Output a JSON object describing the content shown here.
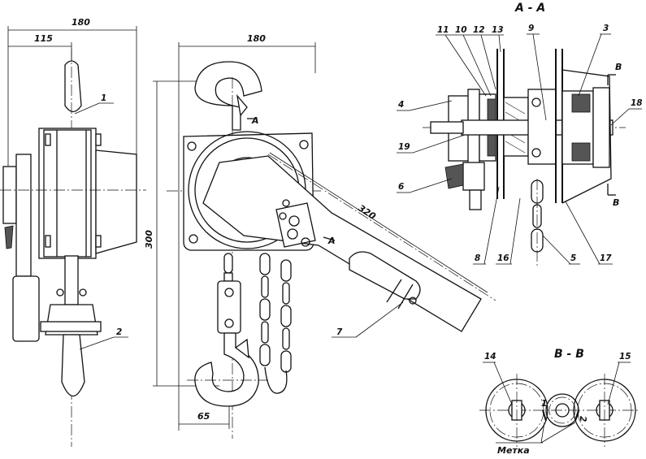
{
  "dimensions": {
    "side_width": "180",
    "side_offset": "115",
    "front_width": "180",
    "height": "300",
    "bottom": "65",
    "handle": "320"
  },
  "section_labels": {
    "a_a": "A - A",
    "b_b": "B - B",
    "a_mark_top": "A",
    "a_mark_bottom": "A",
    "b_mark_top": "B",
    "b_mark_bottom": "B"
  },
  "part_numbers": {
    "p1": "1",
    "p2": "2",
    "p3": "3",
    "p4": "4",
    "p5": "5",
    "p6": "6",
    "p7": "7",
    "p8": "8",
    "p9": "9",
    "p10": "10",
    "p11": "11",
    "p12": "12",
    "p13": "13",
    "p14": "14",
    "p15": "15",
    "p16": "16",
    "p17": "17",
    "p18": "18",
    "p19": "19"
  },
  "mark_numbers": {
    "m1": "1",
    "m2": "2"
  },
  "note": "Метка"
}
